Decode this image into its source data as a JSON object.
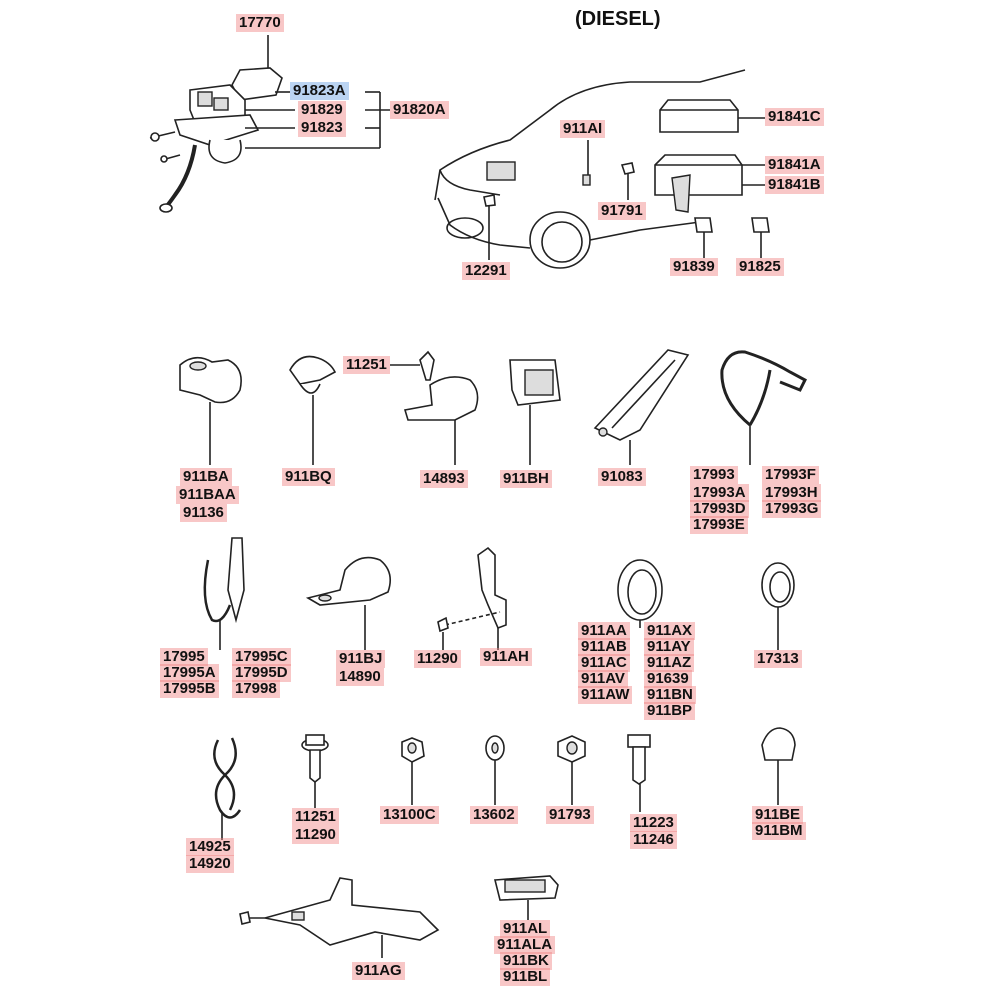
{
  "title": "(DIESEL)",
  "labels": {
    "l17770": "17770",
    "l91823A": "91823A",
    "l91829": "91829",
    "l91823": "91823",
    "l91820A": "91820A",
    "l911AI": "911AI",
    "l91841C": "91841C",
    "l91841A": "91841A",
    "l91841B": "91841B",
    "l91791": "91791",
    "l12291": "12291",
    "l91839": "91839",
    "l91825": "91825",
    "l11251a": "11251",
    "l911BA": "911BA",
    "l911BAA": "911BAA",
    "l91136": "91136",
    "l911BQ": "911BQ",
    "l14893": "14893",
    "l911BH": "911BH",
    "l91083": "91083",
    "l17993": "17993",
    "l17993A": "17993A",
    "l17993D": "17993D",
    "l17993E": "17993E",
    "l17993F": "17993F",
    "l17993H": "17993H",
    "l17993G": "17993G",
    "l17995": "17995",
    "l17995A": "17995A",
    "l17995B": "17995B",
    "l17995C": "17995C",
    "l17995D": "17995D",
    "l17998": "17998",
    "l911BJ": "911BJ",
    "l14890": "14890",
    "l11290a": "11290",
    "l911AH": "911AH",
    "l911AA": "911AA",
    "l911AB": "911AB",
    "l911AC": "911AC",
    "l911AV": "911AV",
    "l911AW": "911AW",
    "l911AX": "911AX",
    "l911AY": "911AY",
    "l911AZ": "911AZ",
    "l91639": "91639",
    "l911BN": "911BN",
    "l911BP": "911BP",
    "l17313": "17313",
    "l14925": "14925",
    "l14920": "14920",
    "l11251b": "11251",
    "l11290b": "11290",
    "l13100C": "13100C",
    "l13602": "13602",
    "l91793": "91793",
    "l11223": "11223",
    "l11246": "11246",
    "l911BE": "911BE",
    "l911BM": "911BM",
    "l911AG": "911AG",
    "l911AL": "911AL",
    "l911ALA": "911ALA",
    "l911BK": "911BK",
    "l911BL": "911BL"
  }
}
